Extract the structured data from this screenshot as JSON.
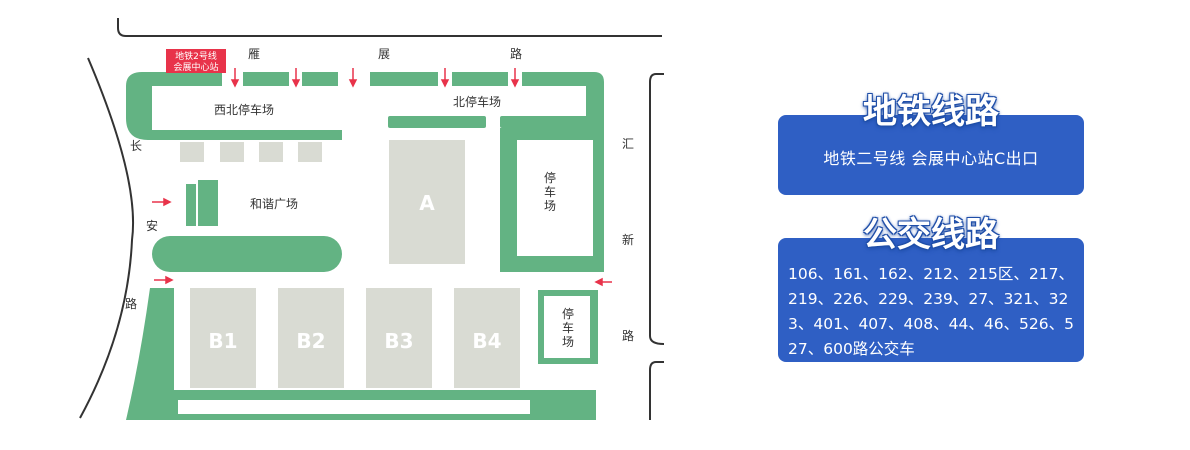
{
  "map": {
    "metro_station_label_line1": "地铁2号线",
    "metro_station_label_line2": "会展中心站",
    "road_north": [
      "雁",
      "展",
      "路"
    ],
    "road_west": [
      "长",
      "安",
      "路"
    ],
    "road_east": [
      "汇",
      "新",
      "路"
    ],
    "parking_northwest": "西北停车场",
    "parking_north": "北停车场",
    "parking_east": [
      "停",
      "车",
      "场"
    ],
    "parking_southeast": [
      "停",
      "车",
      "场"
    ],
    "plaza": "和谐广场",
    "halls": [
      "A",
      "B1",
      "B2",
      "B3",
      "B4"
    ],
    "colors": {
      "green": "#63b383",
      "hall": "#d9dbd3",
      "road": "#333333",
      "arrow": "#e8334a",
      "station_badge": "#e8334a"
    }
  },
  "metro": {
    "title": "地铁线路",
    "route": "地铁二号线  会展中心站C出口",
    "card_color": "#2f5fc4"
  },
  "bus": {
    "title": "公交线路",
    "routes": "106、161、162、212、215区、217、219、226、229、239、27、321、323、401、407、408、44、46、526、527、600路公交车",
    "card_color": "#2f5fc4"
  }
}
